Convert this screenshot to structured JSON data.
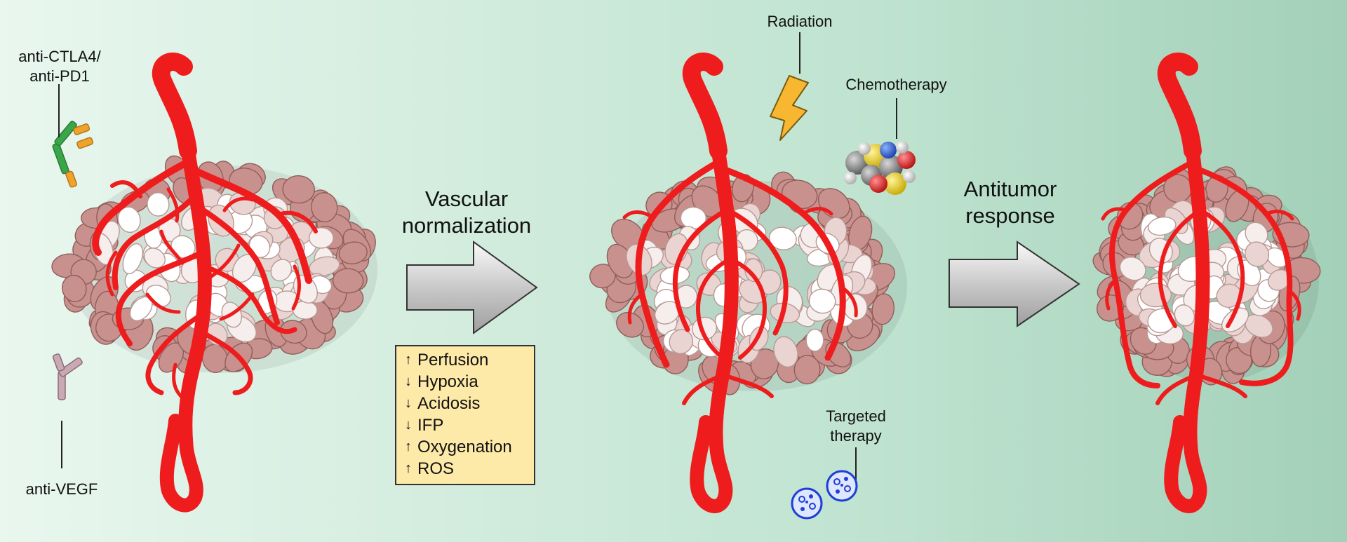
{
  "labels": {
    "immunotherapy": "anti-CTLA4/\nanti-PD1",
    "anti_vegf": "anti-VEGF",
    "step1": "Vascular\nnormalization",
    "radiation": "Radiation",
    "chemotherapy": "Chemotherapy",
    "targeted_therapy": "Targeted\ntherapy",
    "step2": "Antitumor\nresponse"
  },
  "effects": [
    {
      "direction": "up",
      "glyph": "↑",
      "text": "Perfusion"
    },
    {
      "direction": "down",
      "glyph": "↓",
      "text": "Hypoxia"
    },
    {
      "direction": "down",
      "glyph": "↓",
      "text": "Acidosis"
    },
    {
      "direction": "down",
      "glyph": "↓",
      "text": "IFP"
    },
    {
      "direction": "up",
      "glyph": "↑",
      "text": "Oxygenation"
    },
    {
      "direction": "up",
      "glyph": "↑",
      "text": "ROS"
    }
  ],
  "colors": {
    "vessel": "#ee1c1c",
    "outer_cell": "#c8918d",
    "inner_cell": "#f5eeec",
    "arrow_fill": "#b8b8b8",
    "effects_box": "#fde9a8",
    "radiation_bolt": "#f7b731",
    "targeted_particle": "#1f3fd6",
    "antibody_green": "#3aa64a",
    "antibody_orange": "#f0a32a",
    "antibody_vegf": "#c9a9b3"
  }
}
